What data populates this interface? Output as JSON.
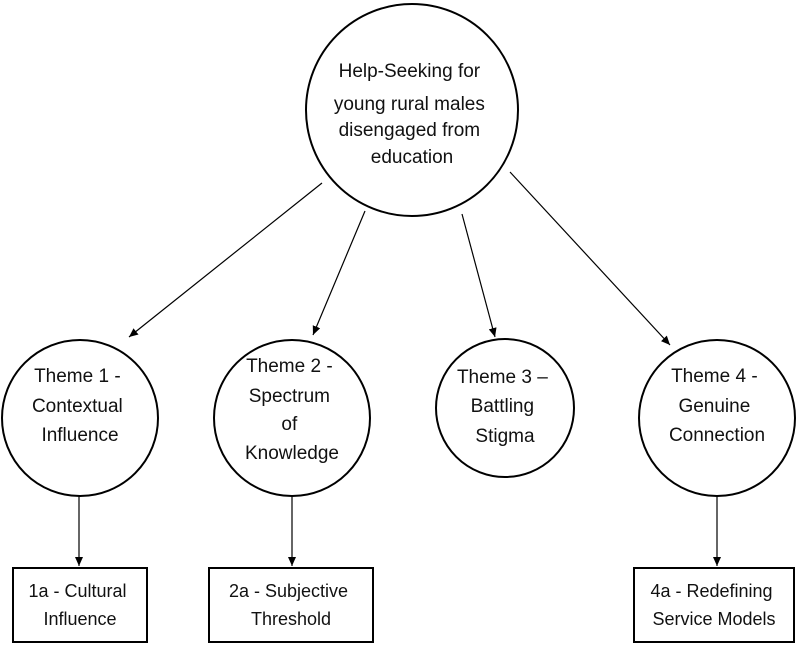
{
  "colors": {
    "stroke": "#000000",
    "background": "#ffffff",
    "text": "#111111"
  },
  "root": {
    "lines": [
      "Help-Seeking for",
      "young rural males",
      "disengaged from",
      "education"
    ]
  },
  "themes": [
    {
      "lines": [
        "Theme 1 -",
        "Contextual",
        "Influence"
      ]
    },
    {
      "lines": [
        "Theme 2 -",
        "Spectrum",
        "of",
        "Knowledge"
      ]
    },
    {
      "lines": [
        "Theme 3 –",
        "Battling",
        "Stigma"
      ]
    },
    {
      "lines": [
        "Theme 4 -",
        "Genuine",
        "Connection"
      ]
    }
  ],
  "subthemes": [
    {
      "lines": [
        "1a - Cultural",
        "Influence"
      ]
    },
    {
      "lines": [
        "2a - Subjective",
        "Threshold"
      ]
    },
    {
      "lines": [
        "4a - Redefining",
        "Service Models"
      ]
    }
  ]
}
